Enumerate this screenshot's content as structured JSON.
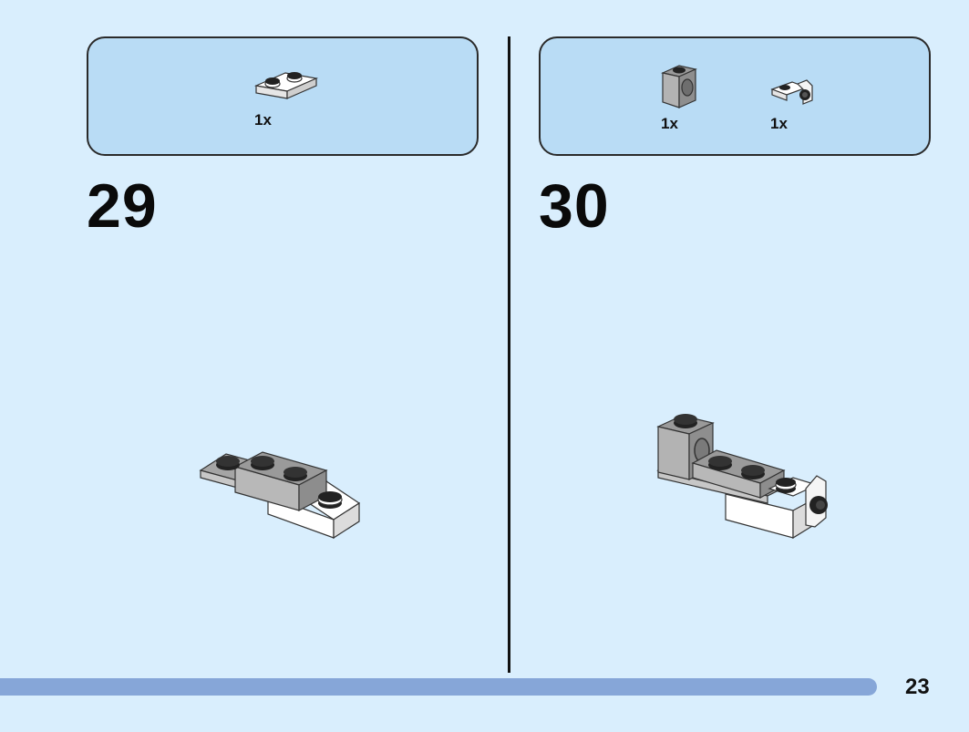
{
  "steps": [
    {
      "number": "29",
      "parts": [
        {
          "qty": "1x",
          "part": "white-1x2-plate-icon"
        }
      ]
    },
    {
      "number": "30",
      "parts": [
        {
          "qty": "1x",
          "part": "gray-technic-brick-icon"
        },
        {
          "qty": "1x",
          "part": "white-bracket-plate-icon"
        }
      ]
    }
  ],
  "page": {
    "number": "23",
    "progress": 0.905
  },
  "colors": {
    "background": "#d9eefd",
    "parts_box": "#b9dcf5",
    "progress": "#86a6d8",
    "brick_gray": "#a5a5a5",
    "brick_white": "#ffffff",
    "stud_black": "#222222"
  }
}
